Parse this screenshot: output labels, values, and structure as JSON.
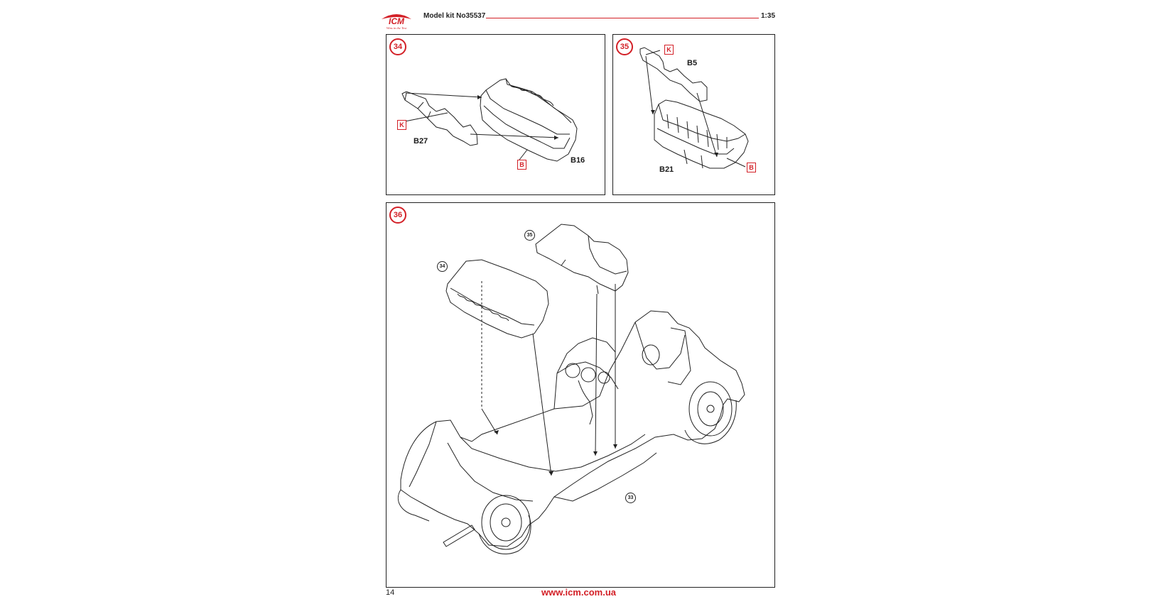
{
  "header": {
    "brand": "ICM",
    "tagline": "Wins in the Test",
    "kit_label": "Model kit No35537",
    "scale": "1:35",
    "accent_color": "#d32027"
  },
  "steps": {
    "step34": {
      "number": "34",
      "parts": {
        "left": "B27",
        "right": "B16"
      },
      "codes": {
        "left": "K",
        "right": "B"
      }
    },
    "step35": {
      "number": "35",
      "parts": {
        "top": "B5",
        "bottom": "B21"
      },
      "codes": {
        "top": "K",
        "bottom": "B"
      }
    },
    "step36": {
      "number": "36",
      "refs": {
        "front_seat": "35",
        "rear_seat": "34",
        "chassis": "33"
      }
    }
  },
  "footer": {
    "page_number": "14",
    "url": "www.icm.com.ua"
  }
}
